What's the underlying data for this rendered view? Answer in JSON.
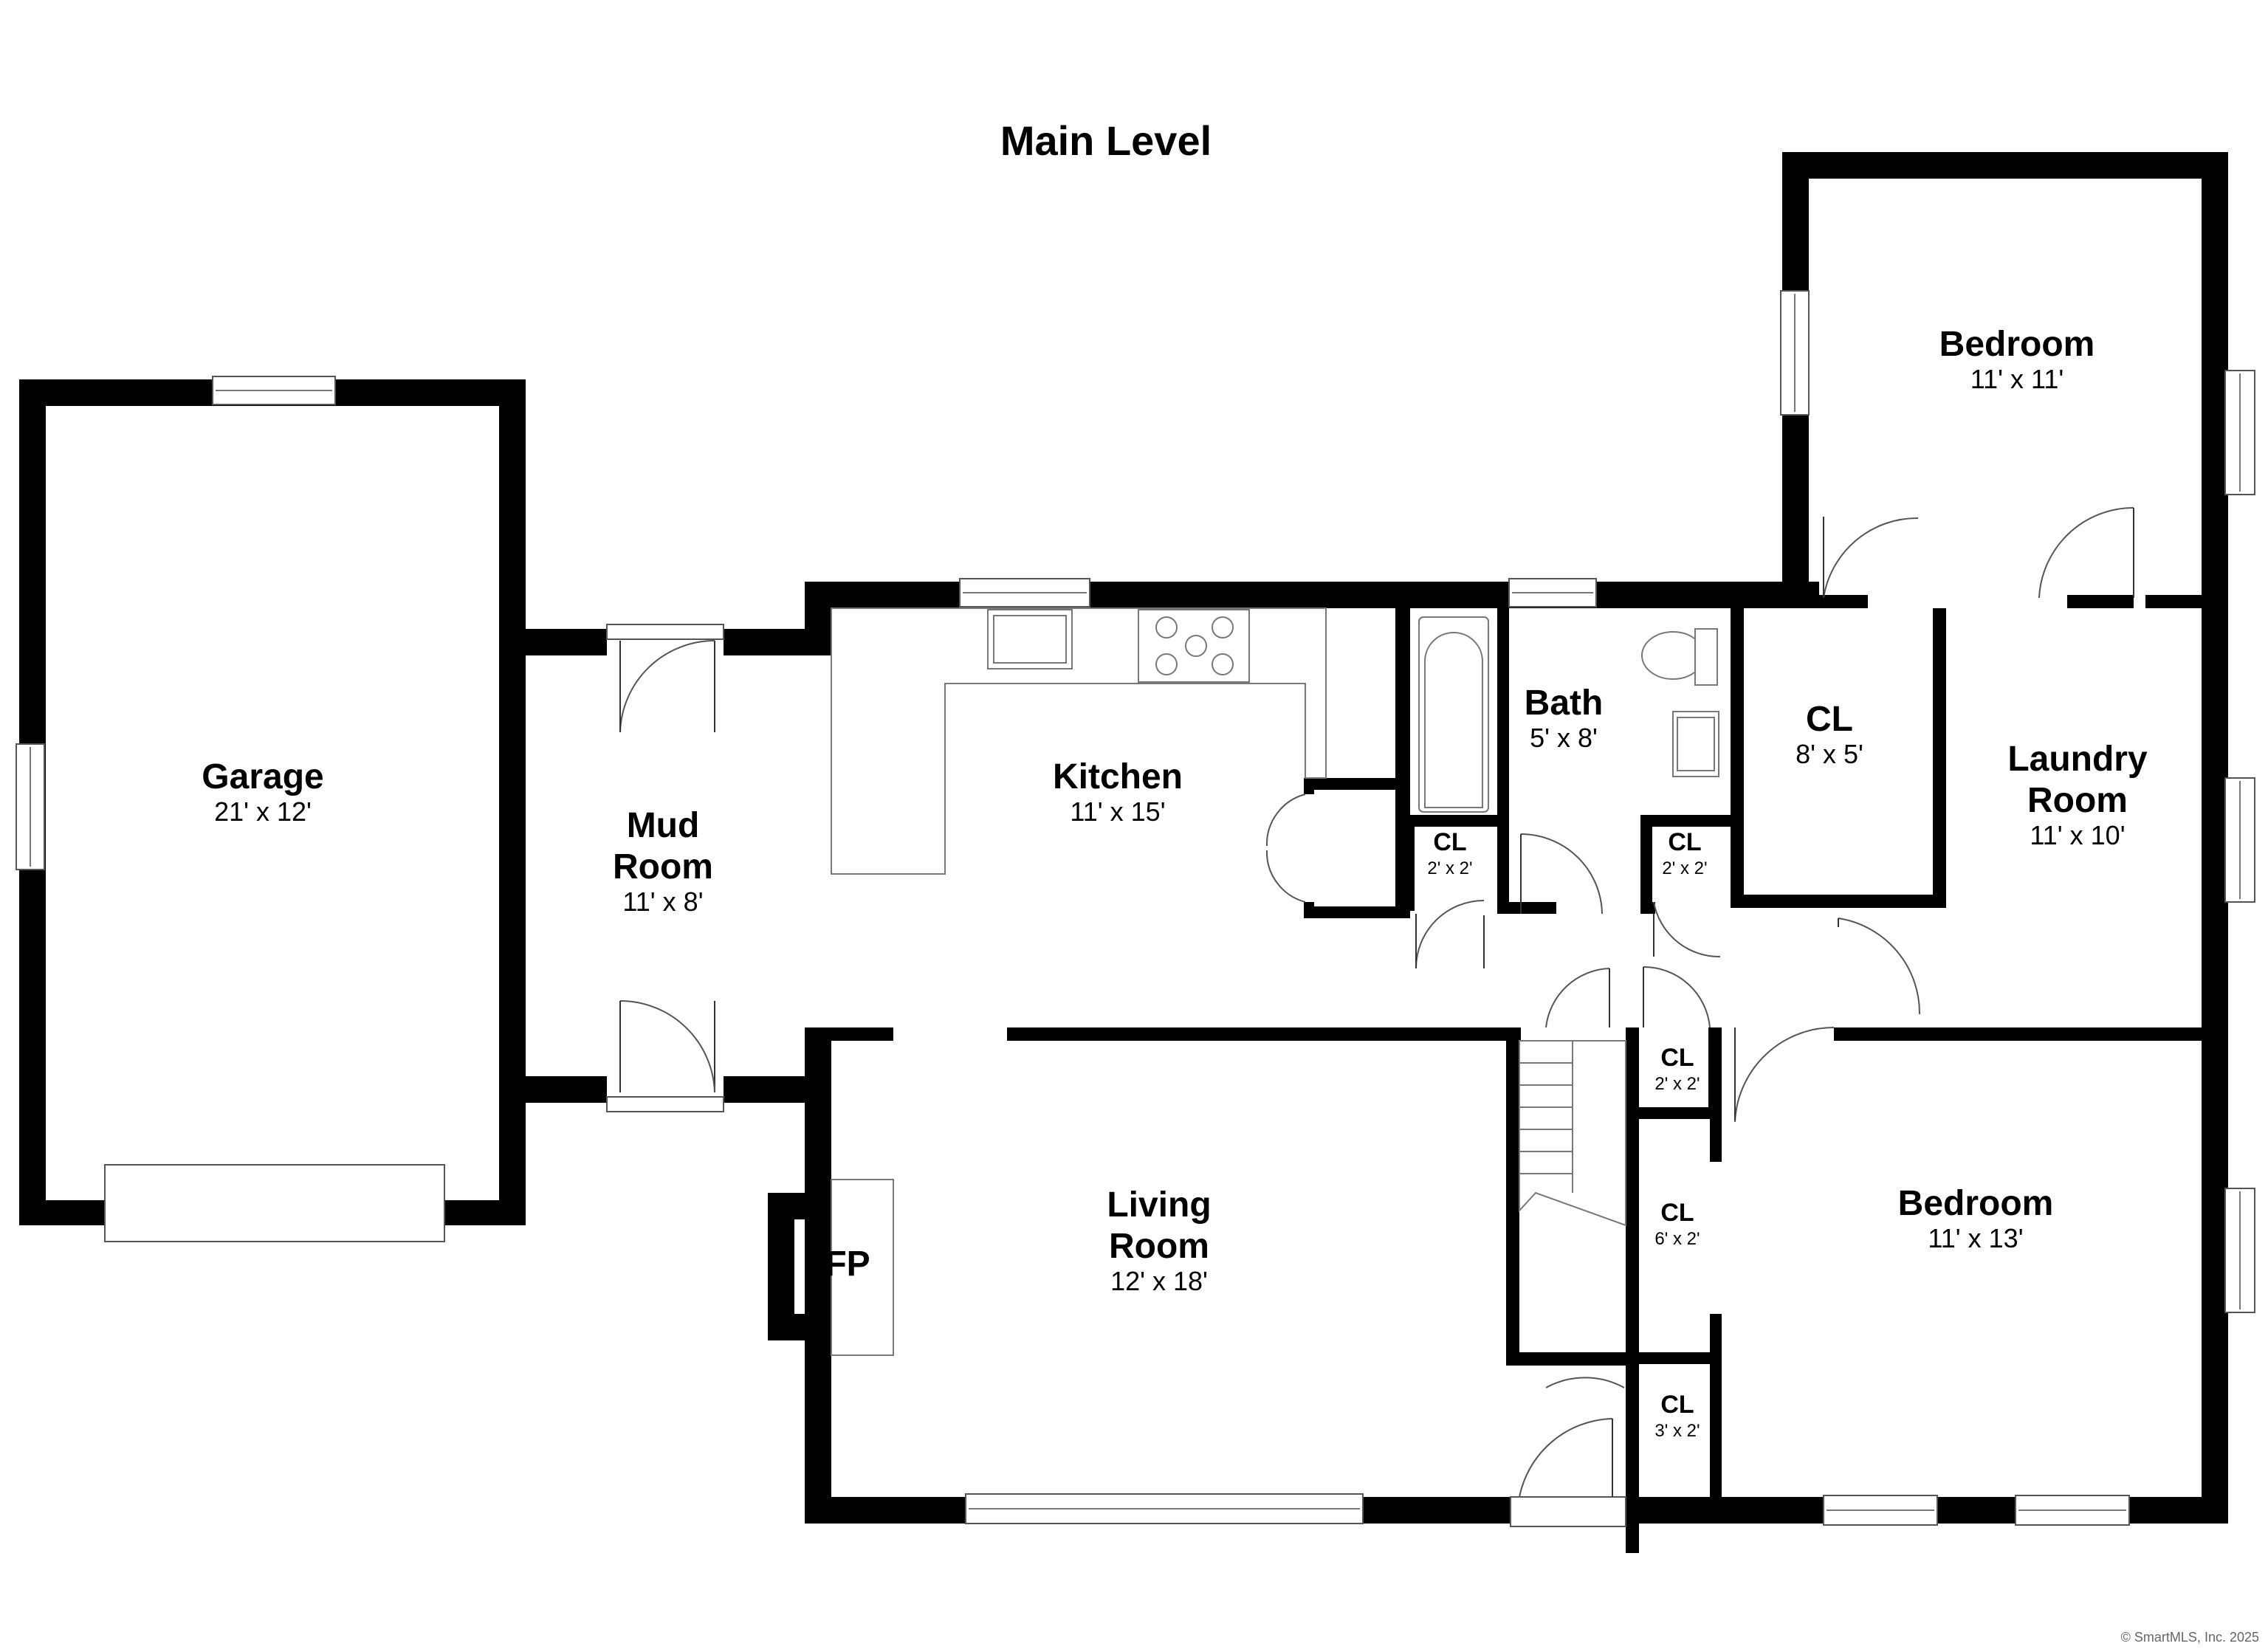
{
  "title": "Main Level",
  "rooms": {
    "garage": {
      "name": "Garage",
      "dim": "21' x 12'"
    },
    "mud_room": {
      "name_line1": "Mud",
      "name_line2": "Room",
      "dim": "11' x 8'"
    },
    "kitchen": {
      "name": "Kitchen",
      "dim": "11' x 15'"
    },
    "bath": {
      "name": "Bath",
      "dim": "5' x 8'"
    },
    "closet_large": {
      "name": "CL",
      "dim": "8' x 5'"
    },
    "bedroom_top": {
      "name": "Bedroom",
      "dim": "11' x 11'"
    },
    "laundry": {
      "name_line1": "Laundry",
      "name_line2": "Room",
      "dim": "11' x 10'"
    },
    "living": {
      "name_line1": "Living",
      "name_line2": "Room",
      "dim": "12' x 18'"
    },
    "bedroom_bottom": {
      "name": "Bedroom",
      "dim": "11' x 13'"
    },
    "fireplace": {
      "name": "FP"
    },
    "closet_kitchen": {
      "name": "CL",
      "dim": "2' x 2'"
    },
    "closet_bath": {
      "name": "CL",
      "dim": "2' x 2'"
    },
    "closet_hall": {
      "name": "CL",
      "dim": "2' x 2'"
    },
    "closet_stair": {
      "name": "CL",
      "dim": "6' x 2'"
    },
    "closet_entry": {
      "name": "CL",
      "dim": "3' x 2'"
    }
  },
  "credit": "© SmartMLS, Inc. 2025"
}
